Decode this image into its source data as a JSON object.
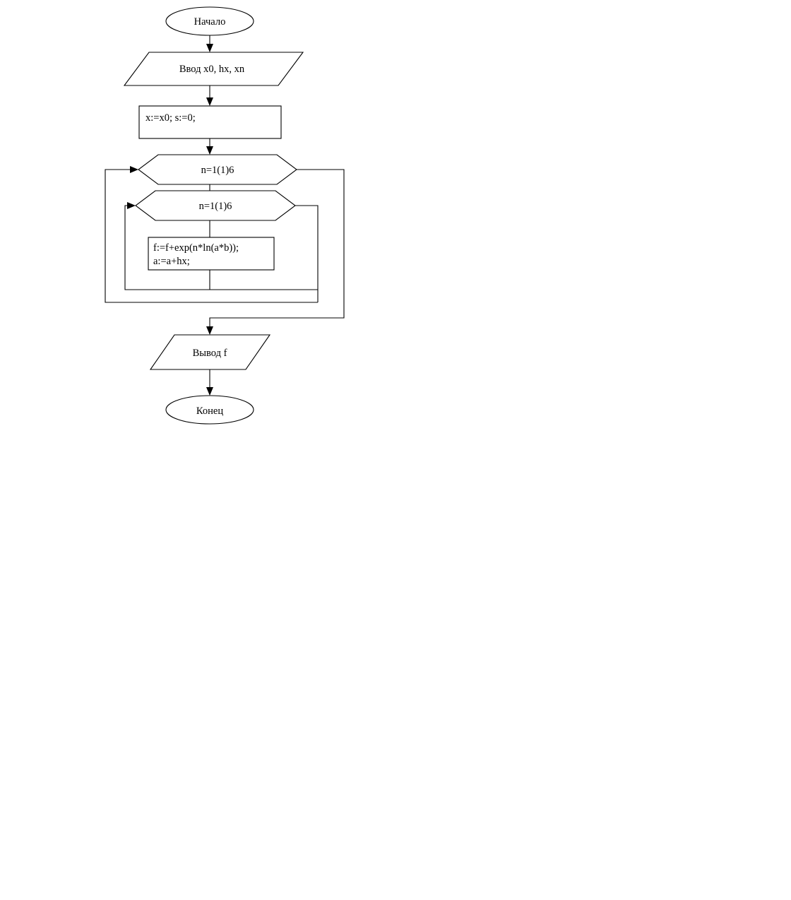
{
  "diagram": {
    "title": "Algorithm flowchart",
    "language": "ru",
    "background_color": "#ffffff",
    "stroke_color": "#000000",
    "nodes": {
      "start": {
        "label": "Начало",
        "shape": "ellipse"
      },
      "input": {
        "label": "Ввод x0, hx, xn",
        "shape": "parallelogram"
      },
      "init": {
        "label": "x:=x0; s:=0;",
        "shape": "rectangle"
      },
      "outer_loop": {
        "label": "n=1(1)6",
        "shape": "hexagon"
      },
      "inner_loop": {
        "label": "n=1(1)6",
        "shape": "hexagon"
      },
      "body": {
        "shape": "rectangle",
        "line1": "f:=f+exp(n*ln(a*b));",
        "line2": "a:=a+hx;"
      },
      "output": {
        "label": "Вывод f",
        "shape": "parallelogram"
      },
      "end": {
        "label": "Конец",
        "shape": "ellipse"
      }
    },
    "edges": [
      {
        "from": "start",
        "to": "input",
        "kind": "arrow"
      },
      {
        "from": "input",
        "to": "init",
        "kind": "arrow"
      },
      {
        "from": "init",
        "to": "outer_loop",
        "kind": "arrow"
      },
      {
        "from": "outer_loop",
        "to": "inner_loop",
        "kind": "line"
      },
      {
        "from": "inner_loop",
        "to": "body",
        "kind": "line"
      },
      {
        "from": "body",
        "to": "inner_loop",
        "kind": "loop-back-arrow"
      },
      {
        "from": "inner_loop",
        "to": "outer_loop",
        "kind": "loop-back-arrow"
      },
      {
        "from": "outer_loop",
        "to": "output",
        "kind": "arrow"
      },
      {
        "from": "output",
        "to": "end",
        "kind": "arrow"
      }
    ]
  }
}
